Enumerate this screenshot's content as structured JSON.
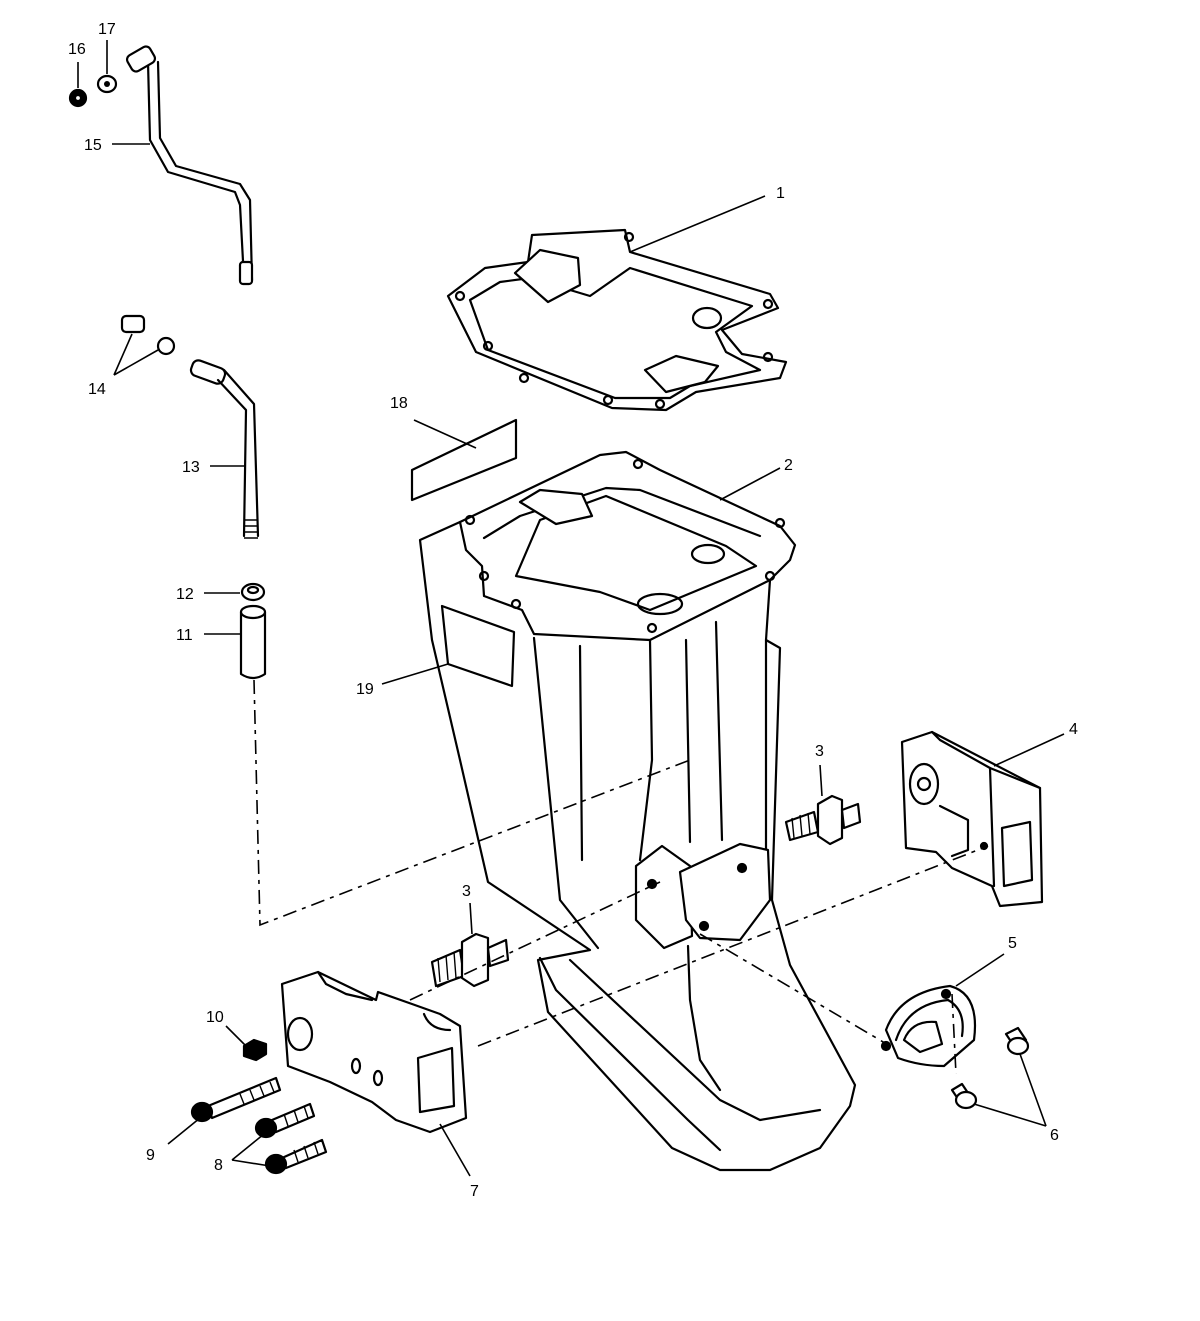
{
  "callouts": {
    "c1": "1",
    "c2": "2",
    "c3a": "3",
    "c3b": "3",
    "c4": "4",
    "c5": "5",
    "c6": "6",
    "c7": "7",
    "c8": "8",
    "c9": "9",
    "c10": "10",
    "c11": "11",
    "c12": "12",
    "c13": "13",
    "c14": "14",
    "c15": "15",
    "c16": "16",
    "c17": "17",
    "c18": "18",
    "c19": "19"
  }
}
